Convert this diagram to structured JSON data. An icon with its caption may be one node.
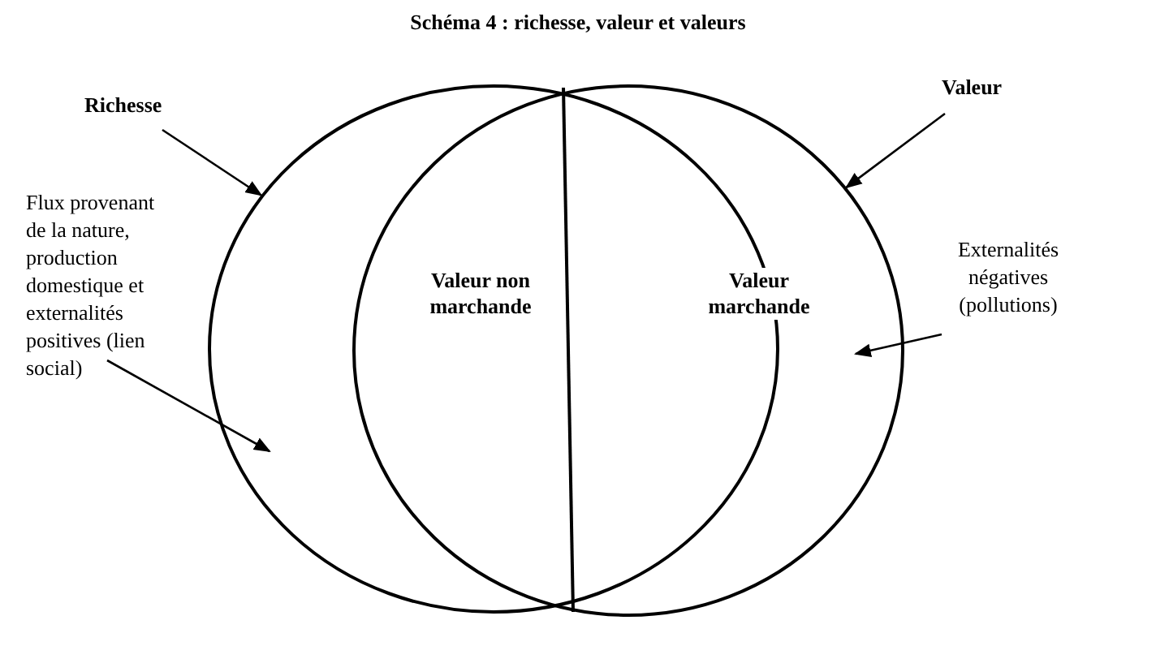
{
  "diagram": {
    "title": "Schéma 4 : richesse, valeur et valeurs",
    "nodes": [
      {
        "text": [
          "Richesse"
        ]
      },
      {
        "text": [
          "Valeur"
        ]
      },
      {
        "text": [],
        "shape": "circle"
      },
      {
        "text": [],
        "shape": "circle"
      },
      {
        "text": [
          "Flux provenant de la nature, production domestique et externalités positives (lien social)"
        ]
      },
      {
        "text": [
          "Externalités négatives (pollutions)"
        ]
      }
    ],
    "edges": [
      {
        "from": 0,
        "to": 2,
        "arrow": "to"
      },
      {
        "from": 1,
        "to": 3,
        "arrow": "to"
      },
      {
        "from": 4,
        "to": 2,
        "arrow": "to"
      },
      {
        "from": 5,
        "to": 3,
        "arrow": "to"
      }
    ],
    "labels": [
      "Valeur non marchande",
      "Valeur marchande"
    ]
  }
}
